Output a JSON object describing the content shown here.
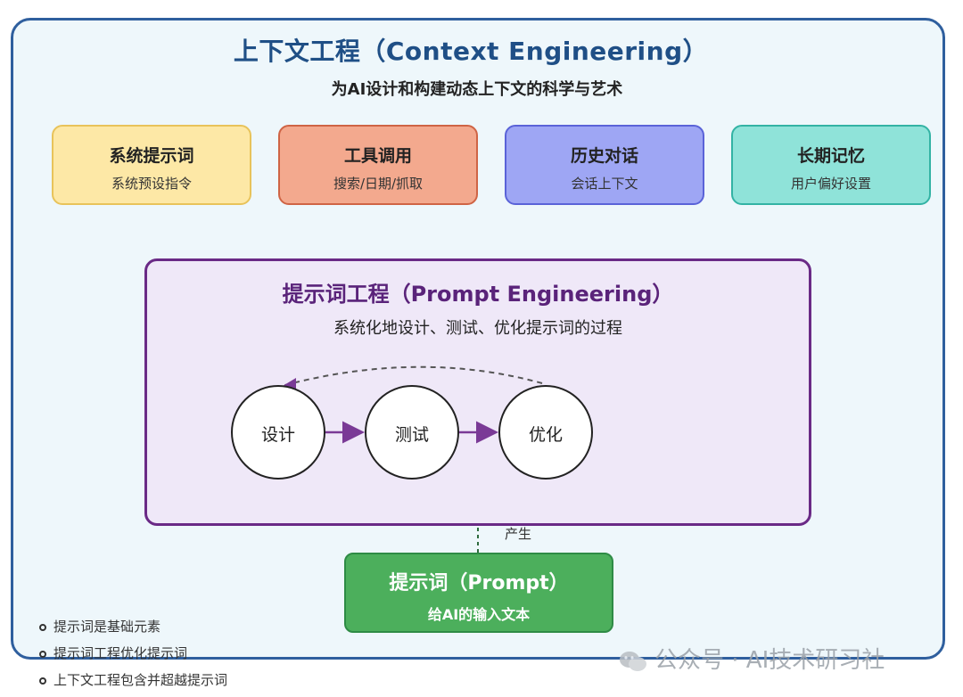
{
  "title": "上下文工程（Context Engineering）",
  "subtitle": "为AI设计和构建动态上下文的科学与艺术",
  "components": [
    {
      "title": "系统提示词",
      "subtitle": "系统预设指令",
      "fill": "#fde8a6",
      "border": "#e8c35a"
    },
    {
      "title": "工具调用",
      "subtitle": "搜索/日期/抓取",
      "fill": "#f3a98e",
      "border": "#cf6445"
    },
    {
      "title": "历史对话",
      "subtitle": "会话上下文",
      "fill": "#9ea6f4",
      "border": "#5a63d8"
    },
    {
      "title": "长期记忆",
      "subtitle": "用户偏好设置",
      "fill": "#8fe3d9",
      "border": "#33b3a4"
    }
  ],
  "prompt_engineering": {
    "title": "提示词工程（Prompt Engineering）",
    "subtitle": "系统化地设计、测试、优化提示词的过程",
    "cycle": [
      "设计",
      "测试",
      "优化"
    ]
  },
  "produce_label": "产生",
  "prompt": {
    "title": "提示词（Prompt）",
    "subtitle": "给AI的输入文本"
  },
  "notes": [
    "提示词是基础元素",
    "提示词工程优化提示词",
    "上下文工程包含并超越提示词"
  ],
  "watermark": "公众号 · AI技术研习社",
  "colors": {
    "outer_border": "#2f5f9e",
    "outer_fill": "#eef7fb",
    "prompt_engineering_border": "#6a2a86",
    "prompt_engineering_fill": "#efe8f8",
    "prompt_fill": "#4caf5c",
    "arrow": "#7a3a96"
  }
}
